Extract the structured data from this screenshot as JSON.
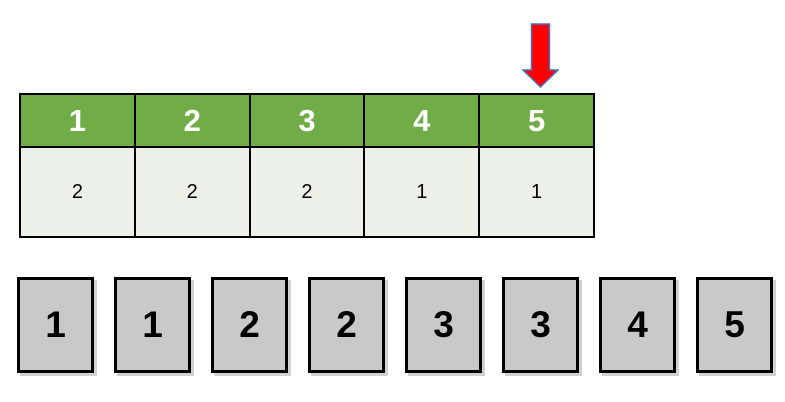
{
  "colors": {
    "header_green": "#70ad47",
    "body_cell_bg": "#ebf0e8",
    "cell_border": "#000000",
    "header_text": "#ffffff",
    "body_text": "#000000",
    "box_gray": "#c9c9c9",
    "box_border": "#000000",
    "arrow_red": "#ff0000",
    "arrow_outline": "#4472c4"
  },
  "arrow": {
    "icon": "down-arrow-icon",
    "points_to_column": "5"
  },
  "counting_table": {
    "headers": [
      "1",
      "2",
      "3",
      "4",
      "5"
    ],
    "counts": [
      "2",
      "2",
      "2",
      "1",
      "1"
    ]
  },
  "sorted_array": {
    "values": [
      "1",
      "1",
      "2",
      "2",
      "3",
      "3",
      "4",
      "5"
    ]
  }
}
